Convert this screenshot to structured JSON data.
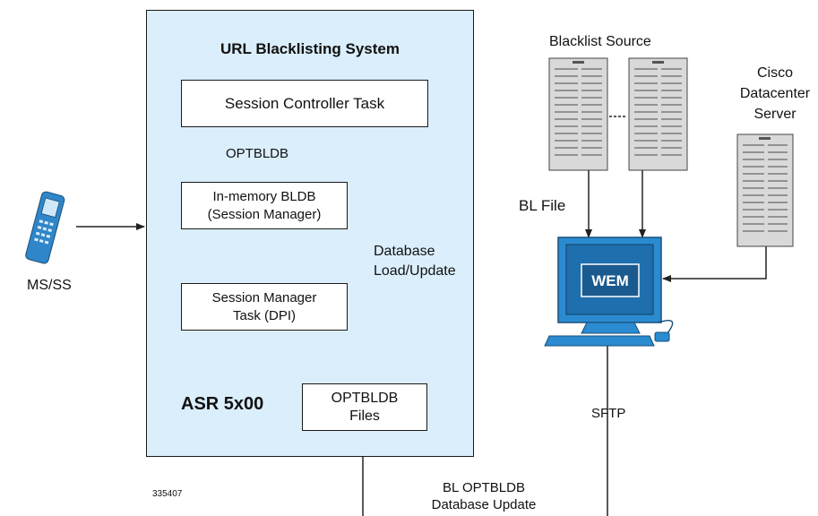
{
  "system": {
    "title": "URL Blacklisting System",
    "platform": "ASR 5x00"
  },
  "boxes": {
    "session_controller": "Session Controller Task",
    "bldb_line1": "In-memory BLDB",
    "bldb_line2": "(Session Manager)",
    "smt_line1": "Session Manager",
    "smt_line2": "Task (DPI)",
    "files_line1": "OPTBLDB",
    "files_line2": "Files"
  },
  "labels": {
    "optbldb": "OPTBLDB",
    "db_load_line1": "Database",
    "db_load_line2": "Load/Update",
    "ms_ss": "MS/SS",
    "blacklist_source": "Blacklist Source",
    "cisco_line1": "Cisco",
    "cisco_line2": "Datacenter",
    "cisco_line3": "Server",
    "bl_file": "BL File",
    "wem": "WEM",
    "sftp": "SFTP",
    "bl_update_line1": "BL OPTBLDB",
    "bl_update_line2": "Database Update",
    "figure_id": "335407"
  },
  "icons": {
    "mobile": "mobile-phone-icon",
    "server": "server-rack-icon",
    "workstation": "workstation-icon"
  },
  "colors": {
    "panel_fill": "#dbeefb",
    "wem_screen": "#1f6fae",
    "wem_frame": "#2a8bd0",
    "server_body": "#d9d9d9",
    "phone": "#2f86c8"
  }
}
